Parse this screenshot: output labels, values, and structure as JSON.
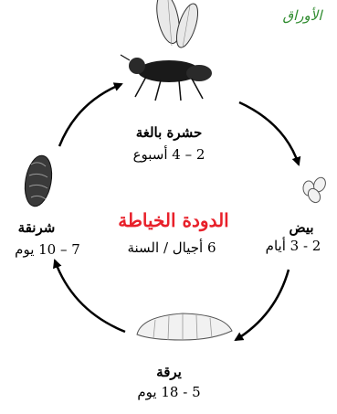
{
  "corner_label": "الأوراق",
  "center": {
    "title": "الدودة الخياطة",
    "generations": "6 أجيال / السنة"
  },
  "stages": {
    "adult": {
      "name": "حشرة بالغة",
      "duration": "2 – 4 أسبوع",
      "icon": "fly-icon"
    },
    "egg": {
      "name": "بيض",
      "duration": "2 - 3 أيام",
      "icon": "eggs-icon"
    },
    "larva": {
      "name": "يرقة",
      "duration": "5 - 18 يوم",
      "icon": "larva-icon"
    },
    "pupa": {
      "name": "شرنقة",
      "duration": "7 – 10 يوم",
      "icon": "pupa-icon"
    }
  },
  "colors": {
    "title": "#e8202a",
    "corner_label": "#2e8b2e",
    "arrows": "#000000"
  }
}
